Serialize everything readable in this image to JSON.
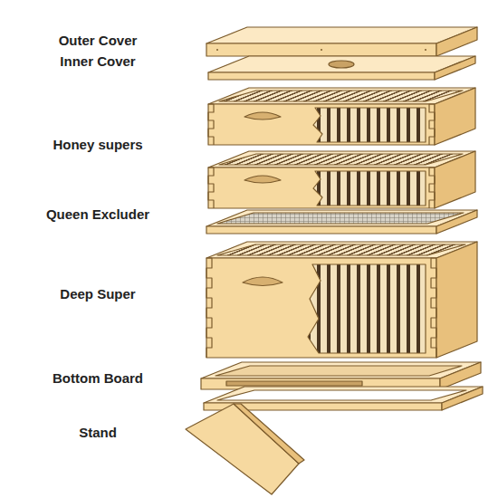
{
  "diagram": {
    "labels": [
      "Outer Cover",
      "Inner Cover",
      "Honey supers",
      "Queen Excluder",
      "Deep Super",
      "Bottom Board",
      "Stand"
    ]
  }
}
